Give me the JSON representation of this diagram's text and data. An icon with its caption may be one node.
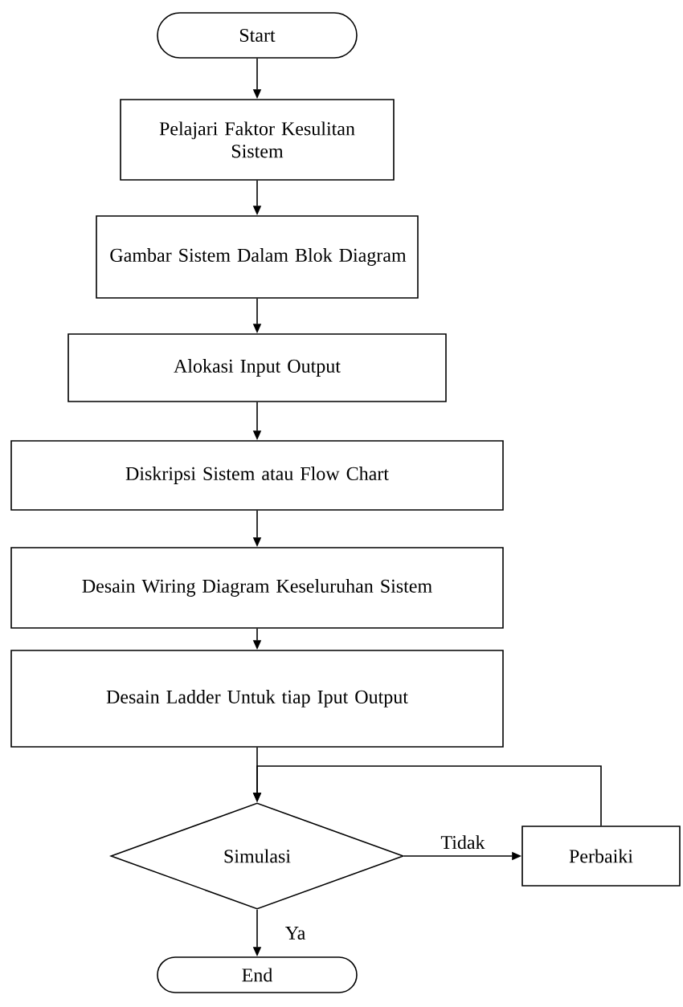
{
  "diagram": {
    "nodes": [
      {
        "text": [
          "Start"
        ]
      },
      {
        "text": [
          "Pelajari Faktor Kesulitan Sistem"
        ]
      },
      {
        "text": [
          "Gambar Sistem Dalam Blok Diagram"
        ]
      },
      {
        "text": [
          "Alokasi Input  Output"
        ]
      },
      {
        "text": [
          "Diskripsi Sistem atau Flow Chart"
        ]
      },
      {
        "text": [
          "Desain Wiring Diagram Keseluruhan  Sistem"
        ]
      },
      {
        "text": [
          "Desain Ladder Untuk tiap Iput Output"
        ]
      },
      {
        "text": [
          "Simulasi"
        ]
      },
      {
        "text": [
          "Perbaiki"
        ]
      },
      {
        "text": [
          "End"
        ]
      }
    ],
    "edges": [
      {
        "from": 0,
        "to": 1,
        "arrow": "to"
      },
      {
        "from": 1,
        "to": 2,
        "arrow": "to"
      },
      {
        "from": 2,
        "to": 3,
        "arrow": "to"
      },
      {
        "from": 3,
        "to": 4,
        "arrow": "to"
      },
      {
        "from": 4,
        "to": 5,
        "arrow": "to"
      },
      {
        "from": 5,
        "to": 6,
        "arrow": "to"
      },
      {
        "from": 6,
        "to": 7,
        "arrow": "to"
      },
      {
        "from": 7,
        "to": 8,
        "arrow": "to",
        "label": "Tidak"
      },
      {
        "from": 8,
        "to": 7,
        "arrow": "to"
      },
      {
        "from": 7,
        "to": 9,
        "arrow": "to",
        "label": "Ya"
      }
    ]
  }
}
